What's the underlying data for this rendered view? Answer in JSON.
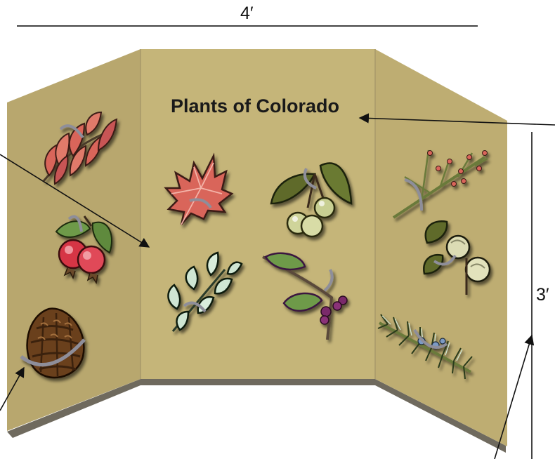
{
  "board": {
    "title": "Plants of Colorado",
    "width_label": "4′",
    "height_label": "3′"
  },
  "colors": {
    "board_center": "#c5b579",
    "board_left": "#b6a56c",
    "board_right": "#bdad72",
    "board_shadow": "#6f6a5e",
    "leaf_red": "#d9655a",
    "leaf_green": "#5f8a3c",
    "leaf_pale": "#cfe6d3",
    "berry_red": "#d63545",
    "cone_brown": "#6b3f1f",
    "pin_gray": "#8e8e9a"
  },
  "plants": {
    "left": [
      "sumac-leaves-icon",
      "rose-hips-icon",
      "pine-cone-icon"
    ],
    "center": [
      "maple-leaf-icon",
      "hawthorn-berries-icon",
      "ash-leaflets-icon",
      "plum-branch-icon"
    ],
    "right": [
      "berry-sprig-icon",
      "walnut-pair-icon",
      "juniper-branch-icon"
    ]
  }
}
